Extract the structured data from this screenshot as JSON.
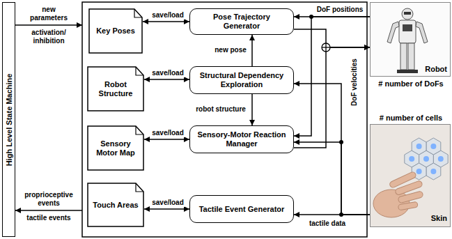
{
  "diagram": {
    "nodes": [
      {
        "text": [
          "High Level State Machine"
        ]
      },
      {
        "text": [
          "Key Poses"
        ]
      },
      {
        "text": [
          "Pose Trajectory Generator"
        ]
      },
      {
        "text": [
          "Robot",
          "# number of DoFs"
        ]
      },
      {
        "text": [
          "Robot Structure"
        ]
      },
      {
        "text": [
          "Structural Dependency Exploration"
        ]
      },
      {
        "text": [
          "Sensory Motor Map"
        ]
      },
      {
        "text": [
          "Sensory-Motor Reaction Manager"
        ]
      },
      {
        "text": [
          "# number of cells",
          "Skin"
        ]
      },
      {
        "text": [
          "Touch Areas"
        ]
      },
      {
        "text": [
          "Tactile Event Generator"
        ]
      }
    ],
    "edges": [
      {
        "from": 1,
        "to": 2,
        "arrow": "both",
        "label": "save/load"
      },
      {
        "from": 3,
        "to": 2,
        "arrow": "to",
        "label": "DoF positions"
      },
      {
        "from": 2,
        "to": 3,
        "arrow": "to"
      },
      {
        "from": 4,
        "to": 5,
        "arrow": "both",
        "label": "save/load"
      },
      {
        "from": 5,
        "to": 2,
        "arrow": "to",
        "label": "new pose"
      },
      {
        "from": 3,
        "to": 7,
        "arrow": "to"
      },
      {
        "from": 7,
        "to": 3,
        "arrow": "to",
        "label": "DoF velocities"
      },
      {
        "from": 5,
        "to": 7,
        "arrow": "to",
        "label": "robot structure"
      },
      {
        "from": 6,
        "to": 7,
        "arrow": "both",
        "label": "save/load"
      },
      {
        "from": 8,
        "to": 5,
        "arrow": "to"
      },
      {
        "from": 8,
        "to": 7,
        "arrow": "to"
      },
      {
        "from": 9,
        "to": 10,
        "arrow": "both",
        "label": "save/load"
      },
      {
        "from": 8,
        "to": 10,
        "arrow": "to",
        "label": "tactile data"
      }
    ],
    "labels": [
      "new parameters",
      "activation/ inhibition",
      "proprioceptive events",
      "tactile events"
    ]
  }
}
